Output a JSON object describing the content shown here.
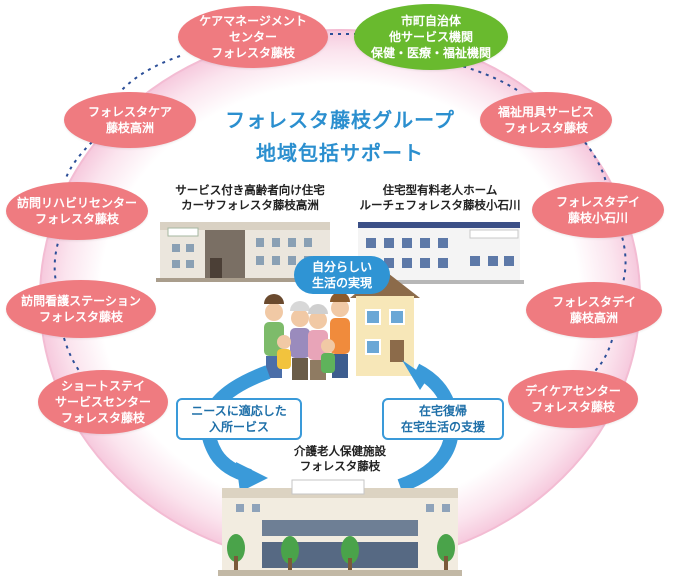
{
  "title": {
    "line1": "フォレスタ藤枝グループ",
    "line2": "地域包括サポート"
  },
  "nodes": {
    "care_management": [
      "ケアマネージメント",
      "センター",
      "フォレスタ藤枝"
    ],
    "municipal": [
      "市町自治体",
      "他サービス機関",
      "保健・医療・福祉機関"
    ],
    "forestacare_takasu": [
      "フォレスタケア",
      "藤枝高洲"
    ],
    "welfare_equipment": [
      "福祉用具サービス",
      "フォレスタ藤枝"
    ],
    "visit_rehab": [
      "訪問リハビリセンター",
      "フォレスタ藤枝"
    ],
    "forestaday_koishikawa": [
      "フォレスタデイ",
      "藤枝小石川"
    ],
    "visit_nursing": [
      "訪問看護ステーション",
      "フォレスタ藤枝"
    ],
    "forestaday_takasu": [
      "フォレスタデイ",
      "藤枝高洲"
    ],
    "short_stay": [
      "ショートステイ",
      "サービスセンター",
      "フォレスタ藤枝"
    ],
    "daycare_center": [
      "デイケアセンター",
      "フォレスタ藤枝"
    ]
  },
  "buildings": {
    "casa": [
      "サービス付き高齢者向け住宅",
      "カーサフォレスタ藤枝高洲"
    ],
    "luce": [
      "住宅型有料老人ホーム",
      "ルーチェフォレスタ藤枝小石川"
    ],
    "main": [
      "介護老人保健施設",
      "フォレスタ藤枝"
    ]
  },
  "center_bubble": [
    "自分らしい",
    "生活の実現"
  ],
  "left_box": [
    "ニースに適応した",
    "入所ービス"
  ],
  "right_box": [
    "在宅復帰",
    "在宅生活の支援"
  ],
  "colors": {
    "node_pink": "#ef7b80",
    "node_green": "#69ba2e",
    "title_blue": "#2b8fcf",
    "arrow_blue": "#3a9ad9",
    "ring_pink": "#f6c9dd"
  }
}
